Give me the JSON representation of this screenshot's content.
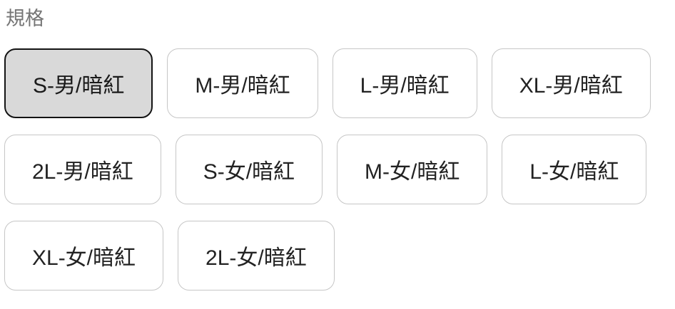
{
  "colors": {
    "page_background": "#ffffff",
    "label_text": "#757575",
    "option_text": "#222222",
    "option_border": "#c6c6c6",
    "selected_fill": "#d9d9d9",
    "selected_border": "#141414"
  },
  "spec": {
    "label": "規格",
    "options": [
      {
        "label": "S-男/暗紅",
        "selected": true
      },
      {
        "label": "M-男/暗紅",
        "selected": false
      },
      {
        "label": "L-男/暗紅",
        "selected": false
      },
      {
        "label": "XL-男/暗紅",
        "selected": false
      },
      {
        "label": "2L-男/暗紅",
        "selected": false
      },
      {
        "label": "S-女/暗紅",
        "selected": false
      },
      {
        "label": "M-女/暗紅",
        "selected": false
      },
      {
        "label": "L-女/暗紅",
        "selected": false
      },
      {
        "label": "XL-女/暗紅",
        "selected": false
      },
      {
        "label": "2L-女/暗紅",
        "selected": false
      }
    ]
  }
}
